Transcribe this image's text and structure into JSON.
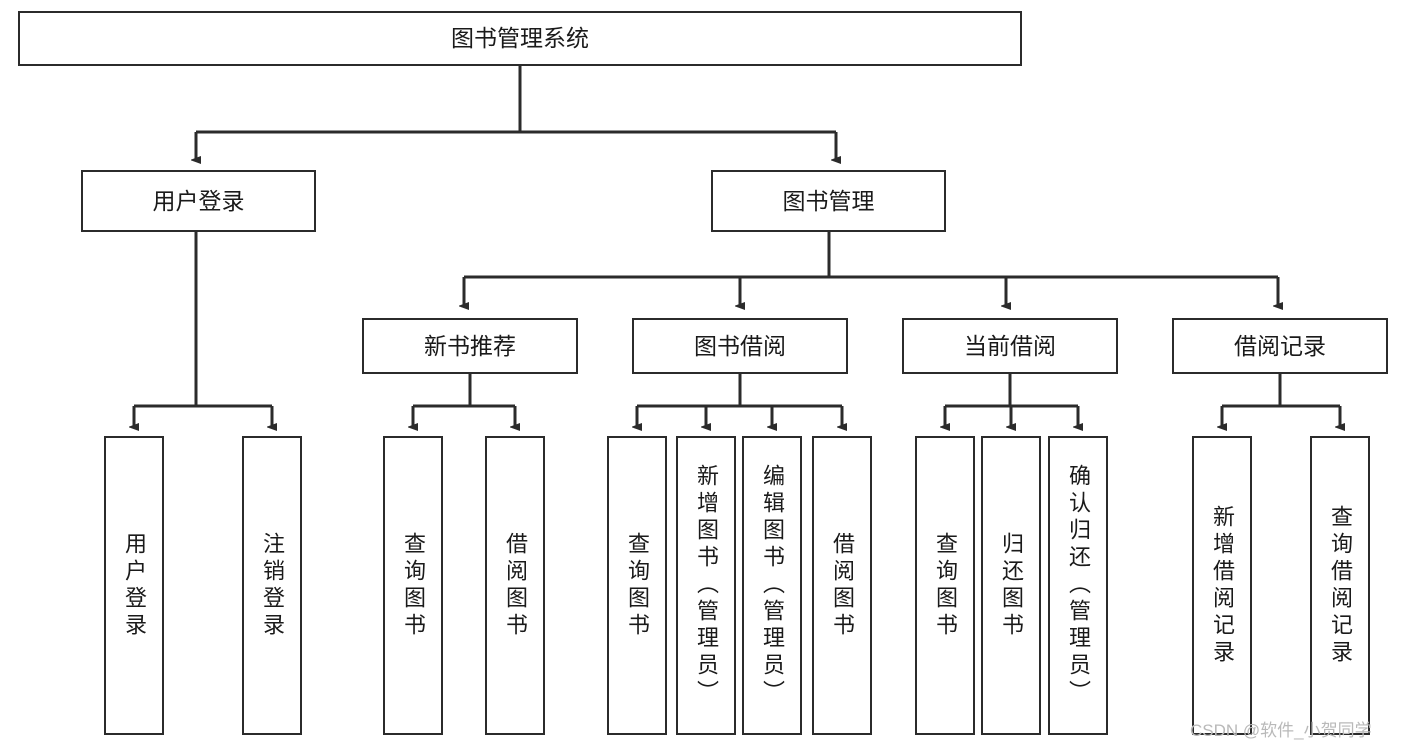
{
  "diagram": {
    "type": "tree-hierarchy",
    "title": "图书管理系统",
    "watermark": "CSDN @软件_小贺同学",
    "colors": {
      "box_border": "#2b2b2b",
      "box_fill": "#ffffff",
      "connector": "#2b2b2b",
      "text": "#1a1a1a",
      "watermark": "#b9b9b9"
    },
    "nodes": {
      "root": {
        "label": "图书管理系统"
      },
      "level2": [
        {
          "label": "用户登录"
        },
        {
          "label": "图书管理"
        }
      ],
      "level3": [
        {
          "label": "新书推荐"
        },
        {
          "label": "图书借阅"
        },
        {
          "label": "当前借阅"
        },
        {
          "label": "借阅记录"
        }
      ],
      "leaves": {
        "user_login": [
          {
            "label": "用户登录"
          },
          {
            "label": "注销登录"
          }
        ],
        "new_book_recommend": [
          {
            "label": "查询图书"
          },
          {
            "label": "借阅图书"
          }
        ],
        "book_borrow": [
          {
            "label": "查询图书"
          },
          {
            "label": "新增图书（管理员）"
          },
          {
            "label": "编辑图书（管理员）"
          },
          {
            "label": "借阅图书"
          }
        ],
        "current_borrow": [
          {
            "label": "查询图书"
          },
          {
            "label": "归还图书"
          },
          {
            "label": "确认归还（管理员）"
          }
        ],
        "borrow_record": [
          {
            "label": "新增借阅记录"
          },
          {
            "label": "查询借阅记录"
          }
        ]
      }
    }
  }
}
